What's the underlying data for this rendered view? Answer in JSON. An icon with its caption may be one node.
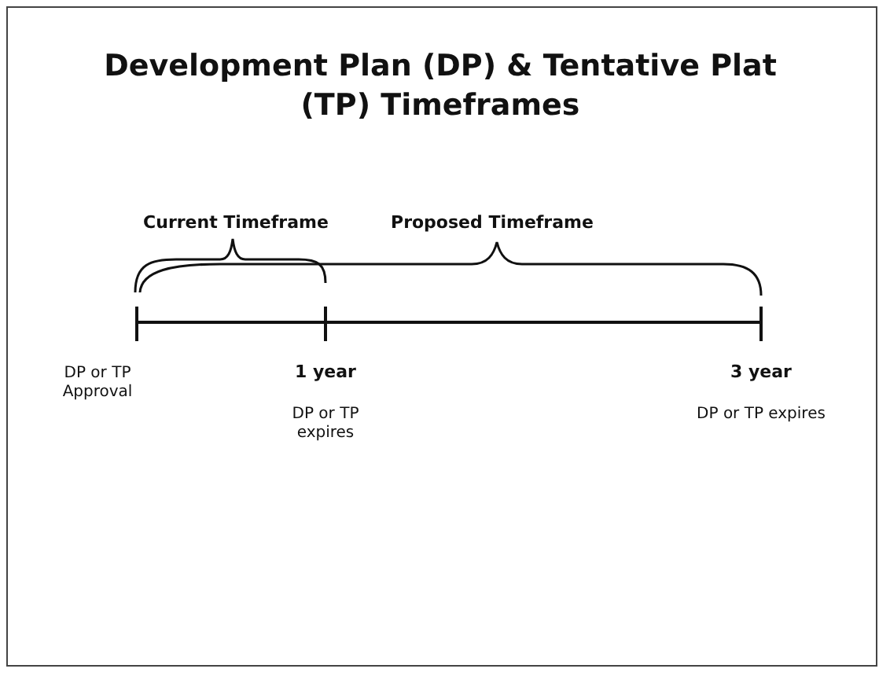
{
  "diagram": {
    "title": "Development Plan (DP) & Tentative Plat (TP) Timeframes",
    "labels": [
      "Current Timeframe",
      "Proposed Timeframe",
      "DP or TP Approval",
      "1 year",
      "3 year",
      "DP or TP expires",
      "DP or TP expires"
    ]
  }
}
